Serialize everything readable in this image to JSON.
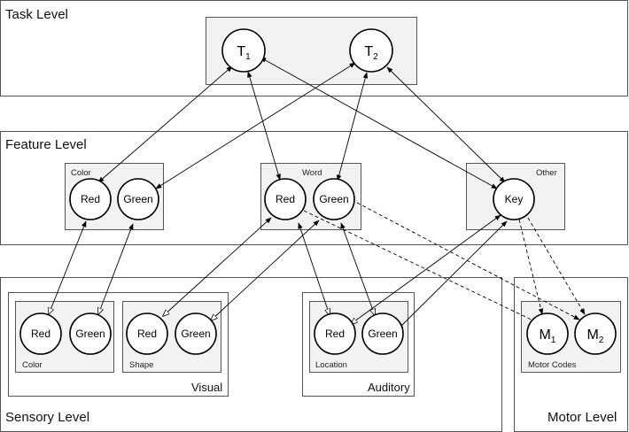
{
  "levels": {
    "task": "Task Level",
    "feature": "Feature Level",
    "sensory": "Sensory Level",
    "motor": "Motor Level"
  },
  "groups": {
    "color": "Color",
    "word": "Word",
    "other": "Other",
    "sensory_color": "Color",
    "shape": "Shape",
    "visual": "Visual",
    "location": "Location",
    "auditory": "Auditory",
    "motor_codes": "Motor Codes"
  },
  "nodes": {
    "t1": {
      "main": "T",
      "sub": "1"
    },
    "t2": {
      "main": "T",
      "sub": "2"
    },
    "color_red": "Red",
    "color_green": "Green",
    "word_red": "Red",
    "word_green": "Green",
    "key": "Key",
    "sens_color_red": "Red",
    "sens_color_green": "Green",
    "shape_red": "Red",
    "shape_green": "Green",
    "loc_red": "Red",
    "loc_green": "Green",
    "m1": {
      "main": "M",
      "sub": "1"
    },
    "m2": {
      "main": "M",
      "sub": "2"
    }
  }
}
